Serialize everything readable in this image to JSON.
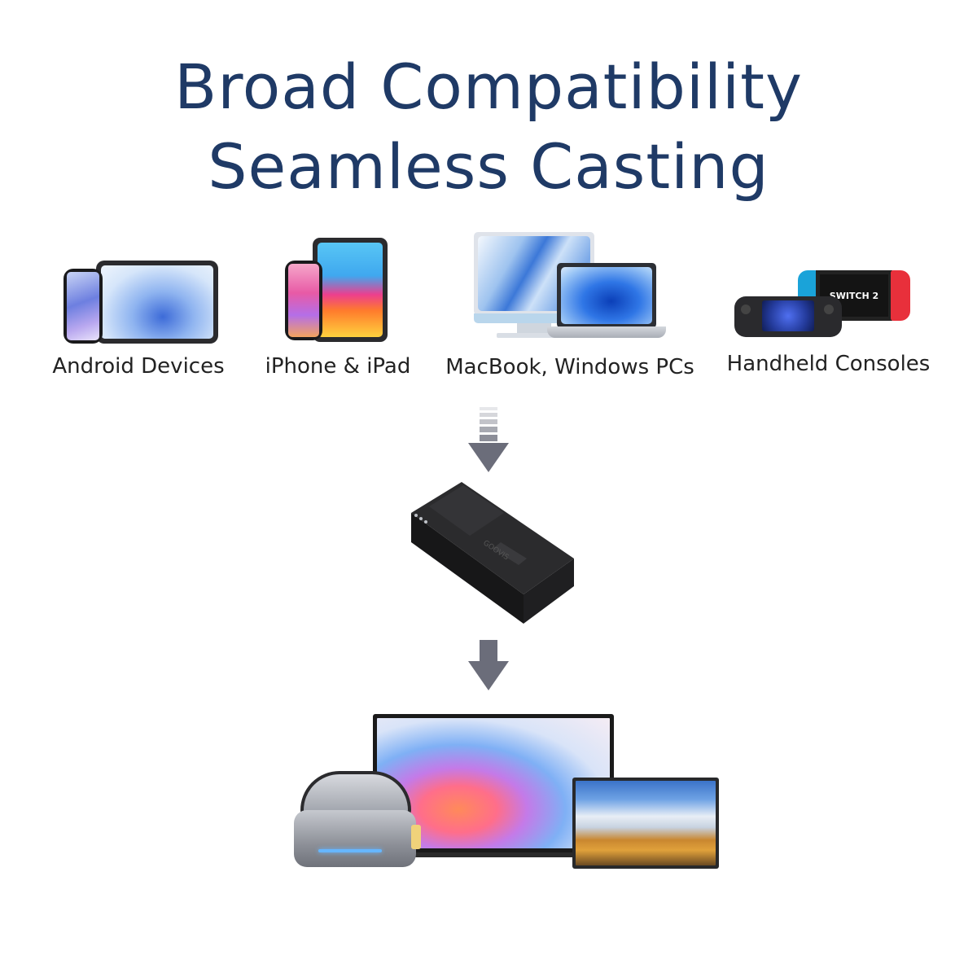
{
  "title": {
    "line1": "Broad Compatibility",
    "line2": "Seamless Casting"
  },
  "categories": [
    {
      "label": "Android Devices"
    },
    {
      "label": "iPhone & iPad"
    },
    {
      "label": "MacBook, Windows PCs"
    },
    {
      "label": "Handheld Consoles"
    }
  ],
  "switch_logo_text": "SWITCH 2",
  "brand_text": "GOOVIS",
  "colors": {
    "title": "#1f3a66",
    "arrow": "#6b6d7a"
  }
}
